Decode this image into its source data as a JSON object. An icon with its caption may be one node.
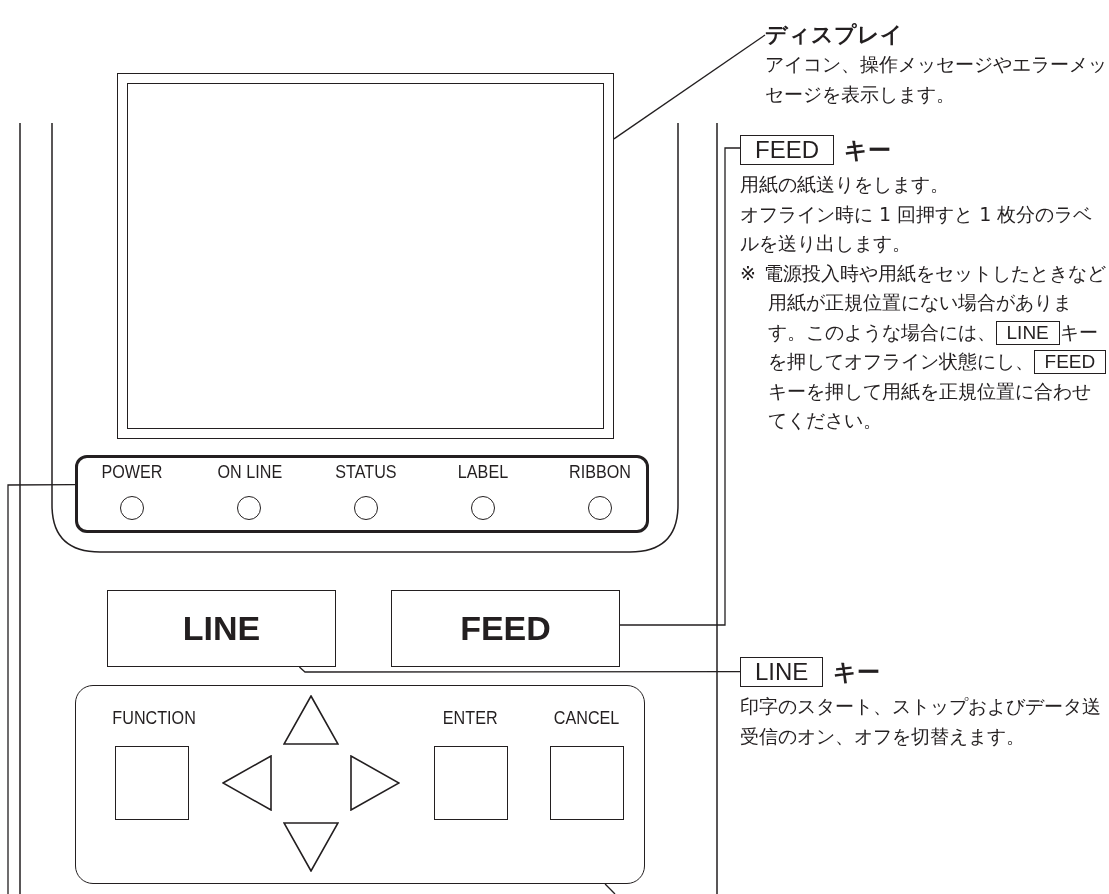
{
  "diagram": {
    "nodes": [
      {
        "text": [],
        "shape": "box"
      },
      {
        "text": [],
        "shape": "box"
      },
      {
        "text": [
          "POWER"
        ],
        "in": 1
      },
      {
        "text": [
          "ON LINE"
        ],
        "in": 1
      },
      {
        "text": [
          "STATUS"
        ],
        "in": 1
      },
      {
        "text": [
          "LABEL"
        ],
        "in": 1
      },
      {
        "text": [
          "RIBBON"
        ],
        "in": 1
      },
      {
        "text": [
          "LINE"
        ]
      },
      {
        "text": [
          "FEED"
        ]
      },
      {
        "text": [],
        "shape": "box"
      },
      {
        "text": [
          "FUNCTION"
        ],
        "in": 9
      },
      {
        "text": [],
        "shape": "triangle",
        "in": 9
      },
      {
        "text": [],
        "shape": "triangle",
        "in": 9
      },
      {
        "text": [],
        "shape": "triangle",
        "in": 9
      },
      {
        "text": [],
        "shape": "triangle",
        "in": 9
      },
      {
        "text": [
          "ENTER"
        ],
        "in": 9
      },
      {
        "text": [
          "CANCEL"
        ],
        "in": 9
      },
      {
        "text": [
          "ディスプレイ",
          "アイコン、操作メッセージやエラーメッセージを表示します。"
        ]
      },
      {
        "text": [
          "FEED",
          "キー",
          "用紙の紙送りをします。",
          "オフライン時に 1 回押すと 1 枚分のラベルを送り出します。",
          "※",
          "電源投入時や用紙をセットしたときなど用紙が正規位置にない場合があります。このような場合には、",
          "LINE",
          "キーを押してオフライン状態にし、",
          "FEED",
          "キーを押して用紙を正規位置に合わせてください。"
        ]
      },
      {
        "text": [
          "LINE",
          "キー",
          "印字のスタート、ストップおよびデータ送受信のオン、オフを切替えます。"
        ]
      }
    ],
    "edges": [
      {
        "from": 17,
        "to": 0,
        "arrow": "none"
      },
      {
        "from": 18,
        "to": 8,
        "arrow": "none"
      },
      {
        "from": 19,
        "to": 7,
        "arrow": "none"
      },
      {
        "from": 1,
        "to": null,
        "arrow": "none"
      },
      {
        "from": 9,
        "to": null,
        "arrow": "none"
      }
    ]
  }
}
